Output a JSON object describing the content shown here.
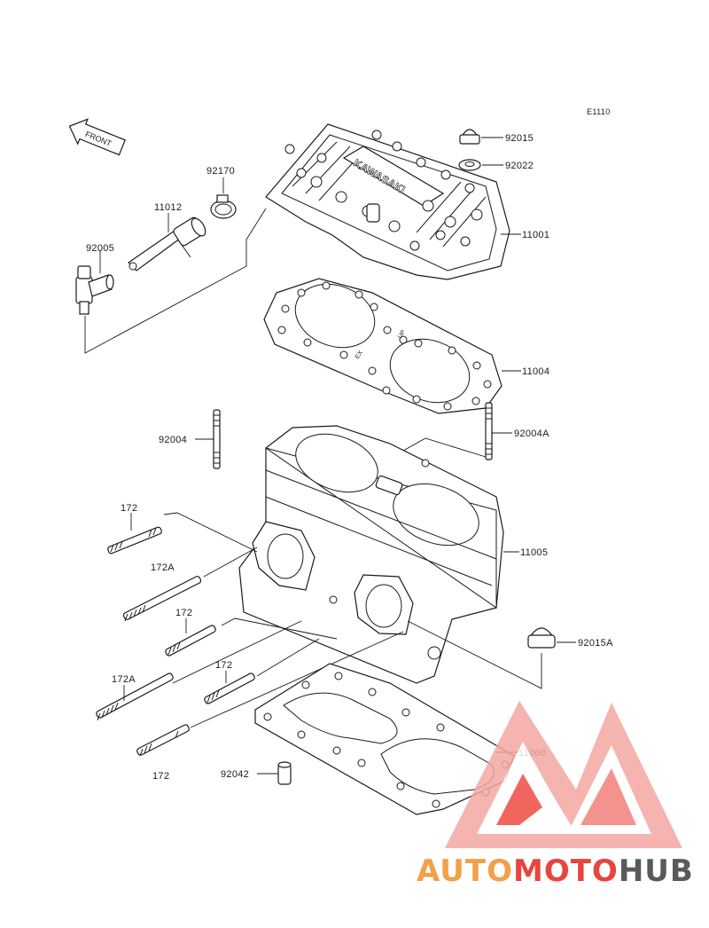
{
  "diagram": {
    "code": "E1110",
    "front_label": "FRONT",
    "parts": {
      "p92015": "92015",
      "p92022": "92022",
      "p92170": "92170",
      "p11012": "11012",
      "p92005": "92005",
      "p11001": "11001",
      "p11004": "11004",
      "p92004": "92004",
      "p92004A": "92004A",
      "p172_a": "172",
      "p172A_a": "172A",
      "p172_b": "172",
      "p172_c": "172",
      "p172A_b": "172A",
      "p172_d": "172",
      "p11005": "11005",
      "p92015A": "92015A",
      "p11060": "11060",
      "p92042": "92042"
    },
    "cover_emblem": "KAWASAKI",
    "gasket_marks": [
      "UP",
      "EX"
    ]
  },
  "watermark": {
    "part1": "AUTOMOTO",
    "part2": "HUB",
    "colors": {
      "auto": "#f2a04a",
      "moto": "#e8453c",
      "hub": "#5a5a5a",
      "logo": "#ee4c43"
    }
  }
}
